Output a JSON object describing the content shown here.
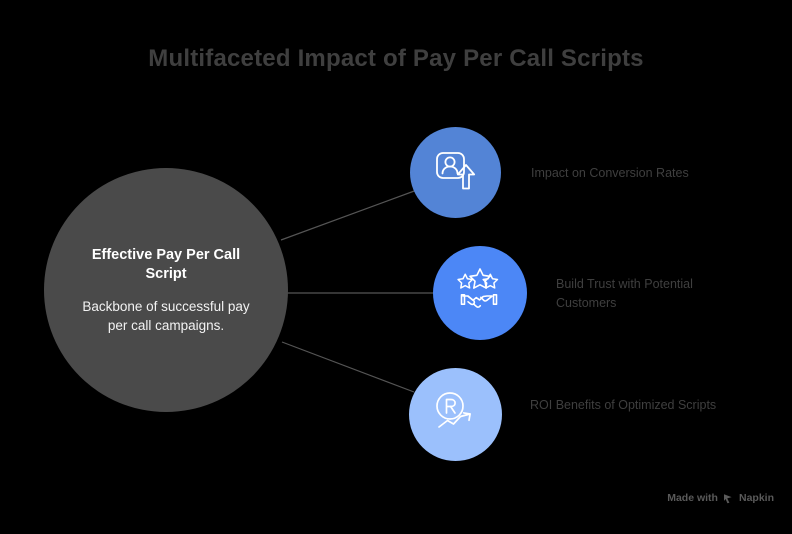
{
  "title": "Multifaceted Impact of Pay Per Call Scripts",
  "colors": {
    "background": "#000000",
    "title_text": "#3f3f3f",
    "hub_fill": "#4a4a4a",
    "hub_text": "#ffffff",
    "label_text": "#3f3f3f",
    "connector": "#555555",
    "node_1": "#5384d6",
    "node_2": "#4c87f6",
    "node_3": "#9bc0fc",
    "icon_stroke": "#ffffff",
    "watermark_text": "#5a5a5a"
  },
  "hub": {
    "title": "Effective Pay Per Call Script",
    "description": "Backbone of successful pay per call campaigns."
  },
  "nodes": [
    {
      "label": "Impact on Conversion Rates",
      "icon": "person-card-up-arrow-icon",
      "color": "#5384d6"
    },
    {
      "label": "Build Trust with Potential Customers",
      "icon": "stars-handshake-icon",
      "color": "#4c87f6"
    },
    {
      "label": "ROI Benefits of Optimized Scripts",
      "icon": "roi-trend-arrow-icon",
      "color": "#9bc0fc"
    }
  ],
  "watermark": {
    "prefix": "Made with",
    "brand": "Napkin"
  }
}
